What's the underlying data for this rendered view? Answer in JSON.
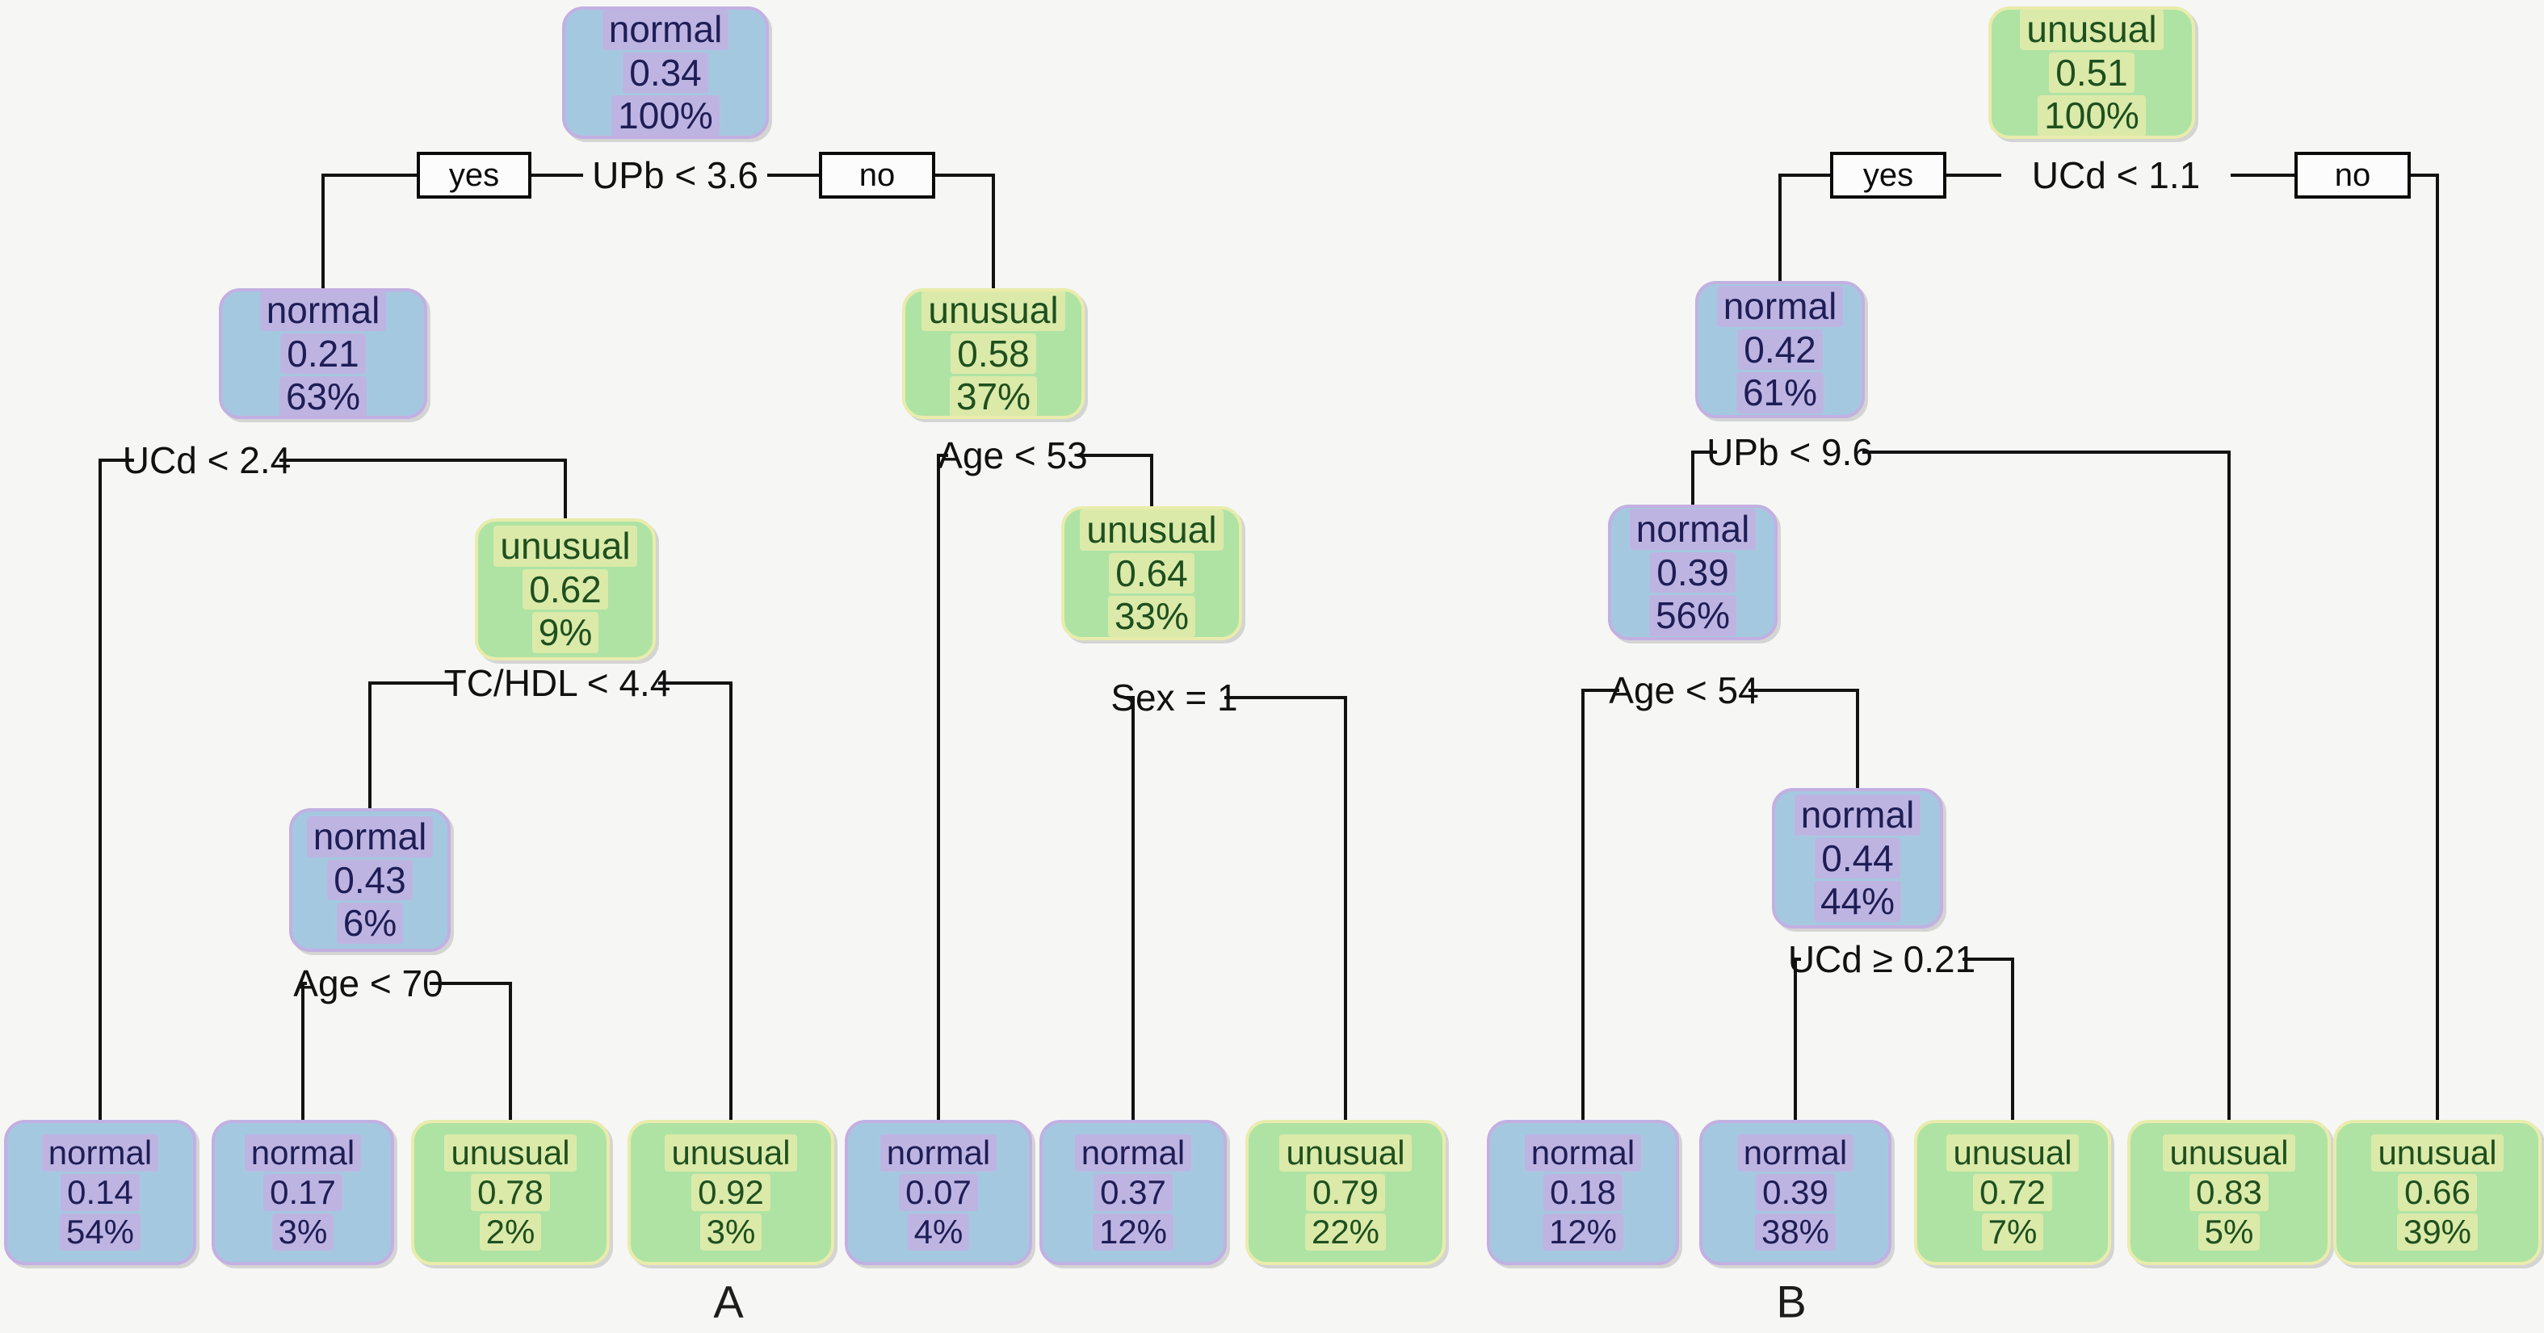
{
  "colors": {
    "background": "#f6f6f5",
    "normal_fill": "#a5c8e1",
    "normal_accent": "#c2b0e2",
    "normal_text": "#1e1e55",
    "unusual_fill": "#aee3a4",
    "unusual_accent": "#e9ecab",
    "unusual_text": "#1e4f1f",
    "edge_line": "#121212",
    "yes_no_box_fill": "#fcfcfc",
    "yes_no_box_border": "#0a0a0a"
  },
  "a": {
    "panel_label": "A",
    "yes_label": "yes",
    "no_label": "no",
    "splits": {
      "root": "UPb < 3.6",
      "l": "UCd < 2.4",
      "r": "Age < 53",
      "lr": "TC/HDL < 4.4",
      "lrl": "Age < 70",
      "rr": "Sex = 1"
    },
    "nodes": {
      "root": {
        "cls": "normal",
        "prob": "0.34",
        "pct": "100%"
      },
      "l": {
        "cls": "normal",
        "prob": "0.21",
        "pct": "63%"
      },
      "r": {
        "cls": "unusual",
        "prob": "0.58",
        "pct": "37%"
      },
      "lr": {
        "cls": "unusual",
        "prob": "0.62",
        "pct": "9%"
      },
      "lrl": {
        "cls": "normal",
        "prob": "0.43",
        "pct": "6%"
      },
      "rr": {
        "cls": "unusual",
        "prob": "0.64",
        "pct": "33%"
      },
      "leaf1": {
        "cls": "normal",
        "prob": "0.14",
        "pct": "54%"
      },
      "leaf2": {
        "cls": "normal",
        "prob": "0.17",
        "pct": "3%"
      },
      "leaf3": {
        "cls": "unusual",
        "prob": "0.78",
        "pct": "2%"
      },
      "leaf4": {
        "cls": "unusual",
        "prob": "0.92",
        "pct": "3%"
      },
      "leaf5": {
        "cls": "normal",
        "prob": "0.07",
        "pct": "4%"
      },
      "leaf6": {
        "cls": "normal",
        "prob": "0.37",
        "pct": "12%"
      },
      "leaf7": {
        "cls": "unusual",
        "prob": "0.79",
        "pct": "22%"
      }
    }
  },
  "b": {
    "panel_label": "B",
    "yes_label": "yes",
    "no_label": "no",
    "splits": {
      "root": "UCd < 1.1",
      "l": "UPb < 9.6",
      "ll": "Age < 54",
      "llr": "UCd ≥ 0.21"
    },
    "nodes": {
      "root": {
        "cls": "unusual",
        "prob": "0.51",
        "pct": "100%"
      },
      "l": {
        "cls": "normal",
        "prob": "0.42",
        "pct": "61%"
      },
      "ll": {
        "cls": "normal",
        "prob": "0.39",
        "pct": "56%"
      },
      "llr": {
        "cls": "normal",
        "prob": "0.44",
        "pct": "44%"
      },
      "leaf1": {
        "cls": "normal",
        "prob": "0.18",
        "pct": "12%"
      },
      "leaf2": {
        "cls": "normal",
        "prob": "0.39",
        "pct": "38%"
      },
      "leaf3": {
        "cls": "unusual",
        "prob": "0.72",
        "pct": "7%"
      },
      "leaf4": {
        "cls": "unusual",
        "prob": "0.83",
        "pct": "5%"
      },
      "leaf5": {
        "cls": "unusual",
        "prob": "0.66",
        "pct": "39%"
      }
    }
  }
}
